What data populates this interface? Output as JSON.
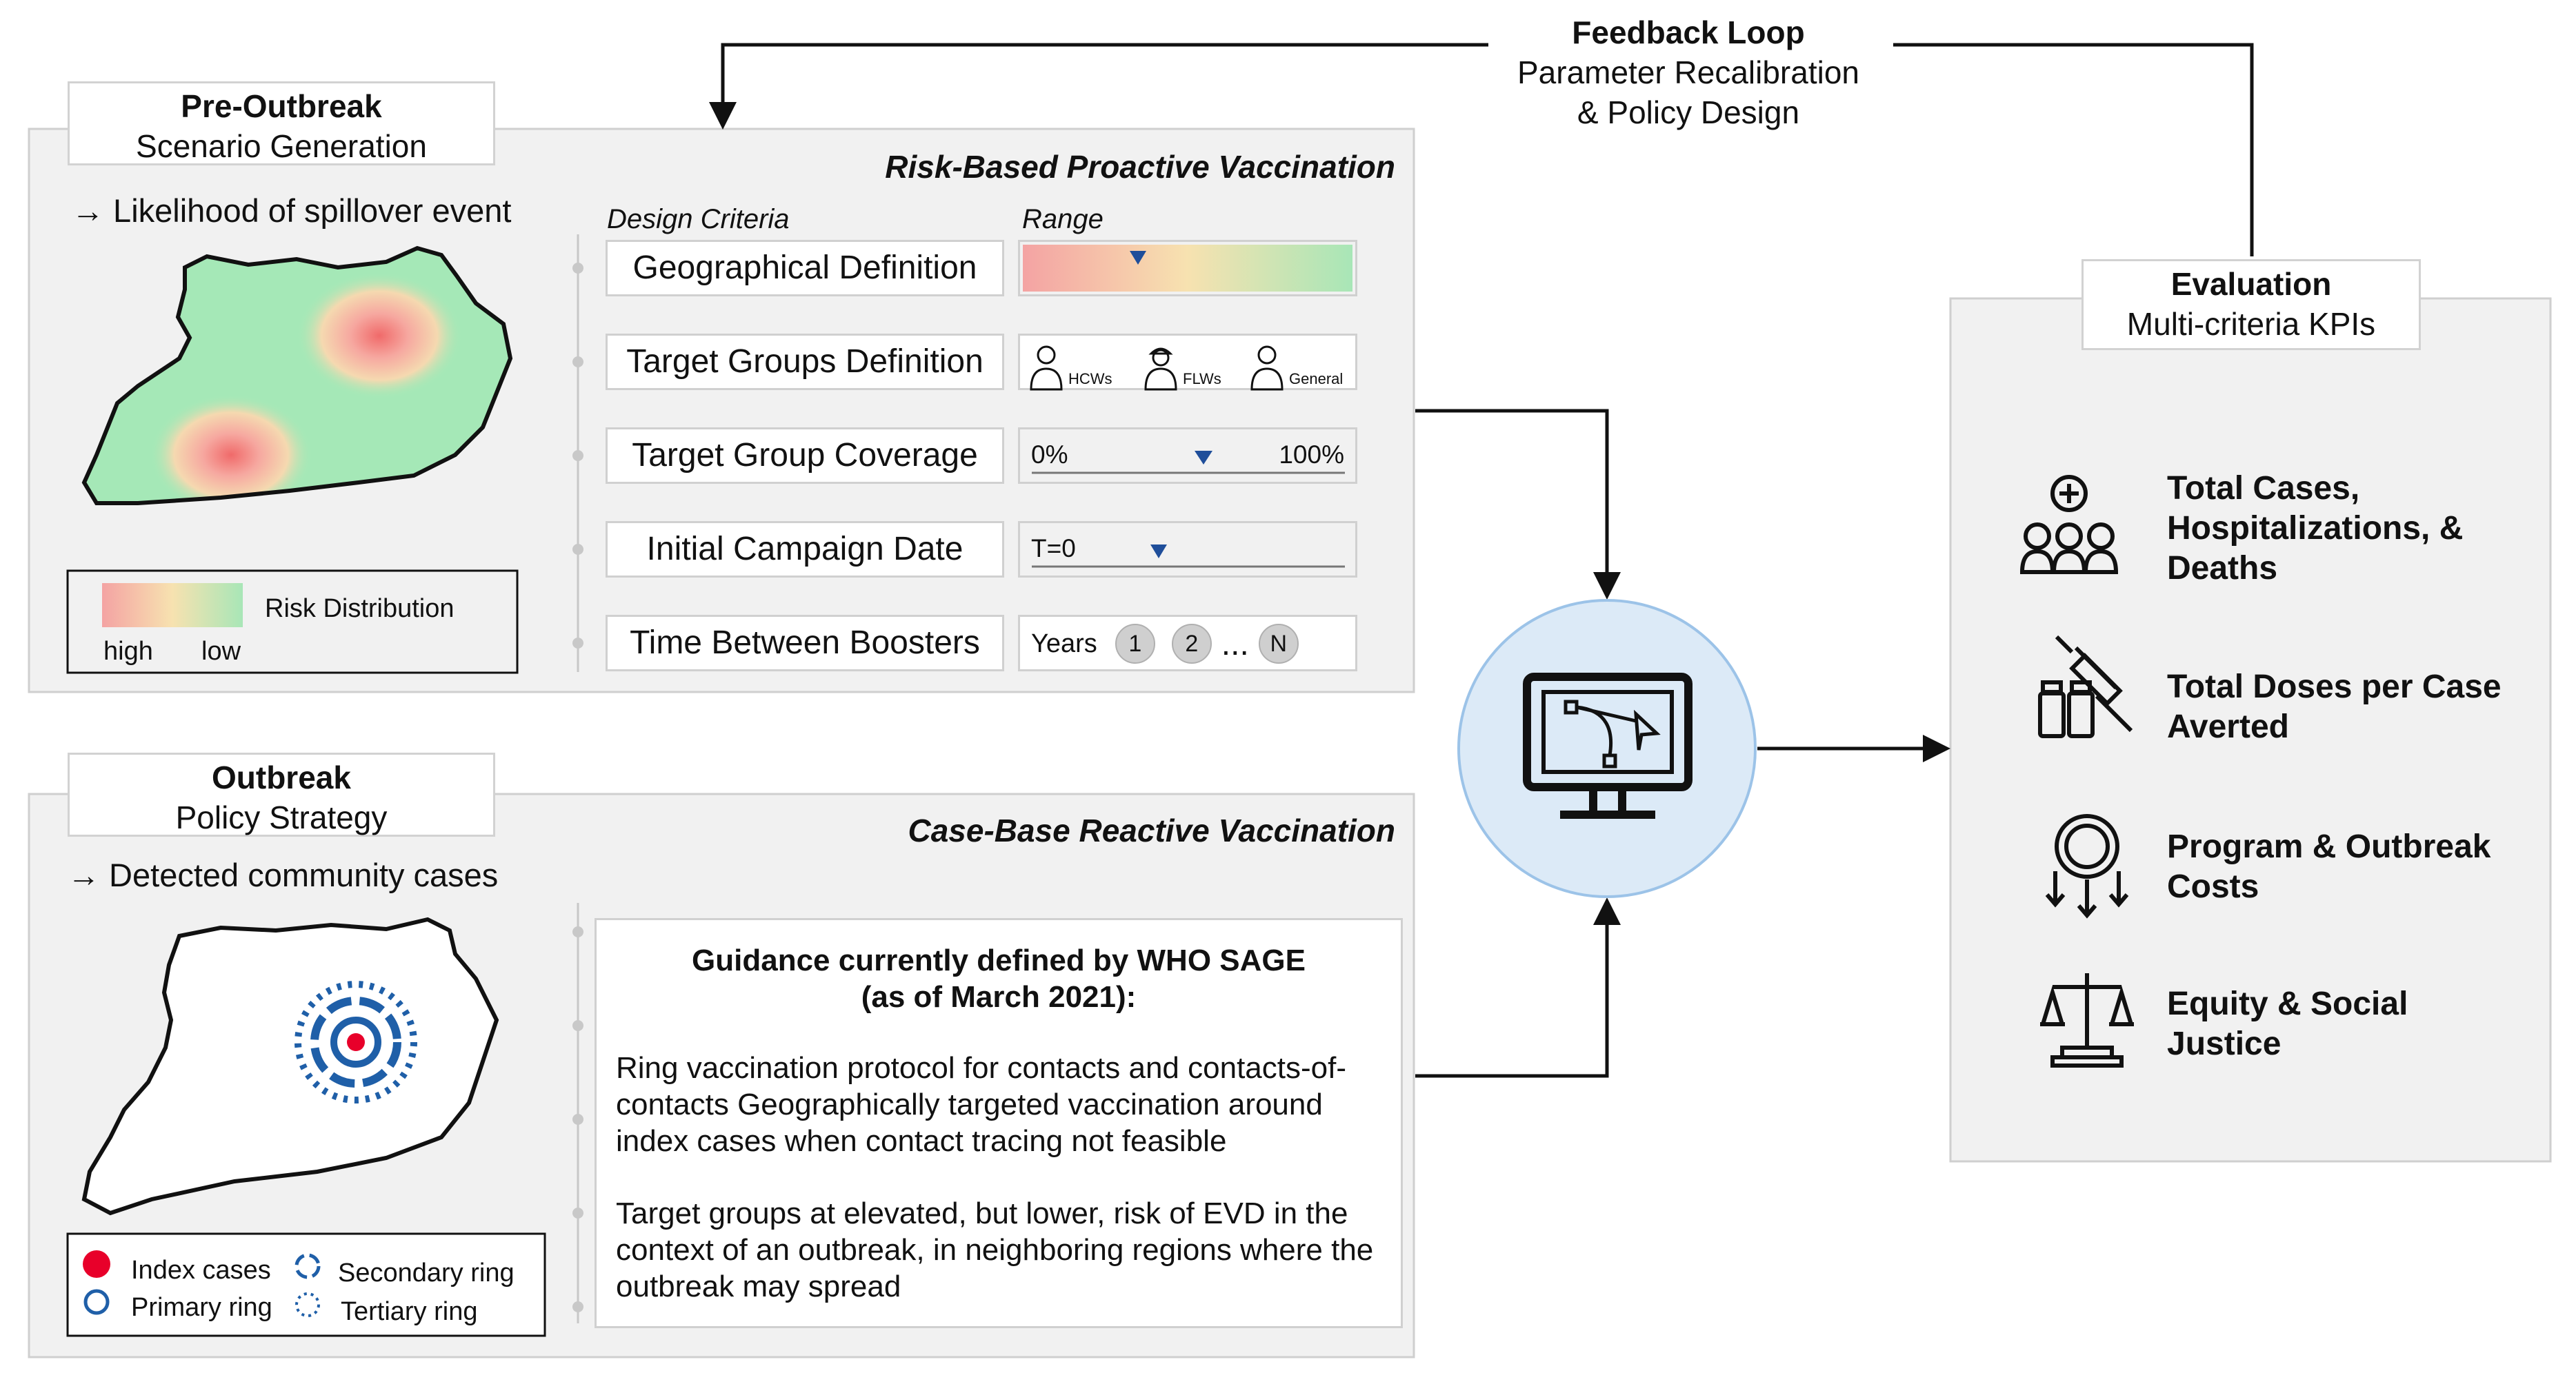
{
  "feedback": {
    "title": "Feedback Loop",
    "line1": "Parameter Recalibration",
    "line2": "& Policy Design"
  },
  "pre": {
    "title": "Pre-Outbreak",
    "subtitle": "Scenario Generation",
    "section": "Risk-Based Proactive Vaccination",
    "trigger": "→ Likelihood of spillover event",
    "legend": {
      "label": "Risk Distribution",
      "high": "high",
      "low": "low"
    },
    "col_criteria": "Design Criteria",
    "col_range": "Range",
    "criteria": [
      "Geographical Definition",
      "Target Groups Definition",
      "Target Group Coverage",
      "Initial Campaign Date",
      "Time Between Boosters"
    ],
    "groups": [
      "HCWs",
      "FLWs",
      "General"
    ],
    "coverage_min": "0%",
    "coverage_max": "100%",
    "campaign_start": "T=0",
    "boosters": {
      "label": "Years",
      "b1": "1",
      "b2": "2",
      "dots": "...",
      "bn": "N"
    }
  },
  "outbreak": {
    "title": "Outbreak",
    "subtitle": "Policy Strategy",
    "section": "Case-Base Reactive Vaccination",
    "trigger": "→ Detected community cases",
    "guidance_title": "Guidance currently defined by WHO SAGE",
    "guidance_date": "(as of March 2021):",
    "para1": "Ring vaccination protocol for contacts and contacts-of-contacts Geographically targeted vaccination around index cases when contact tracing not feasible",
    "para2": "Target groups at elevated, but lower, risk of EVD in the context of an outbreak, in neighboring regions where the outbreak may spread",
    "legend": {
      "index": "Index cases",
      "primary": "Primary ring",
      "secondary": "Secondary ring",
      "tertiary": "Tertiary ring"
    }
  },
  "evaluation": {
    "title": "Evaluation",
    "subtitle": "Multi-criteria KPIs",
    "kpis": [
      {
        "label": "Total Cases, Hospitalizations, & Deaths",
        "icon": "people-medical-icon"
      },
      {
        "label": "Total Doses per Case Averted",
        "icon": "vaccine-vials-icon"
      },
      {
        "label": "Program & Outbreak Costs",
        "icon": "dollar-coin-icon"
      },
      {
        "label": "Equity & Social Justice",
        "icon": "scales-icon"
      }
    ]
  },
  "colors": {
    "panel": "#f1f1f1",
    "model_circle": "#dceaf7",
    "map_green": "#a5e8b7",
    "ring_blue": "#1f5fa8",
    "index_red": "#e8002a"
  }
}
